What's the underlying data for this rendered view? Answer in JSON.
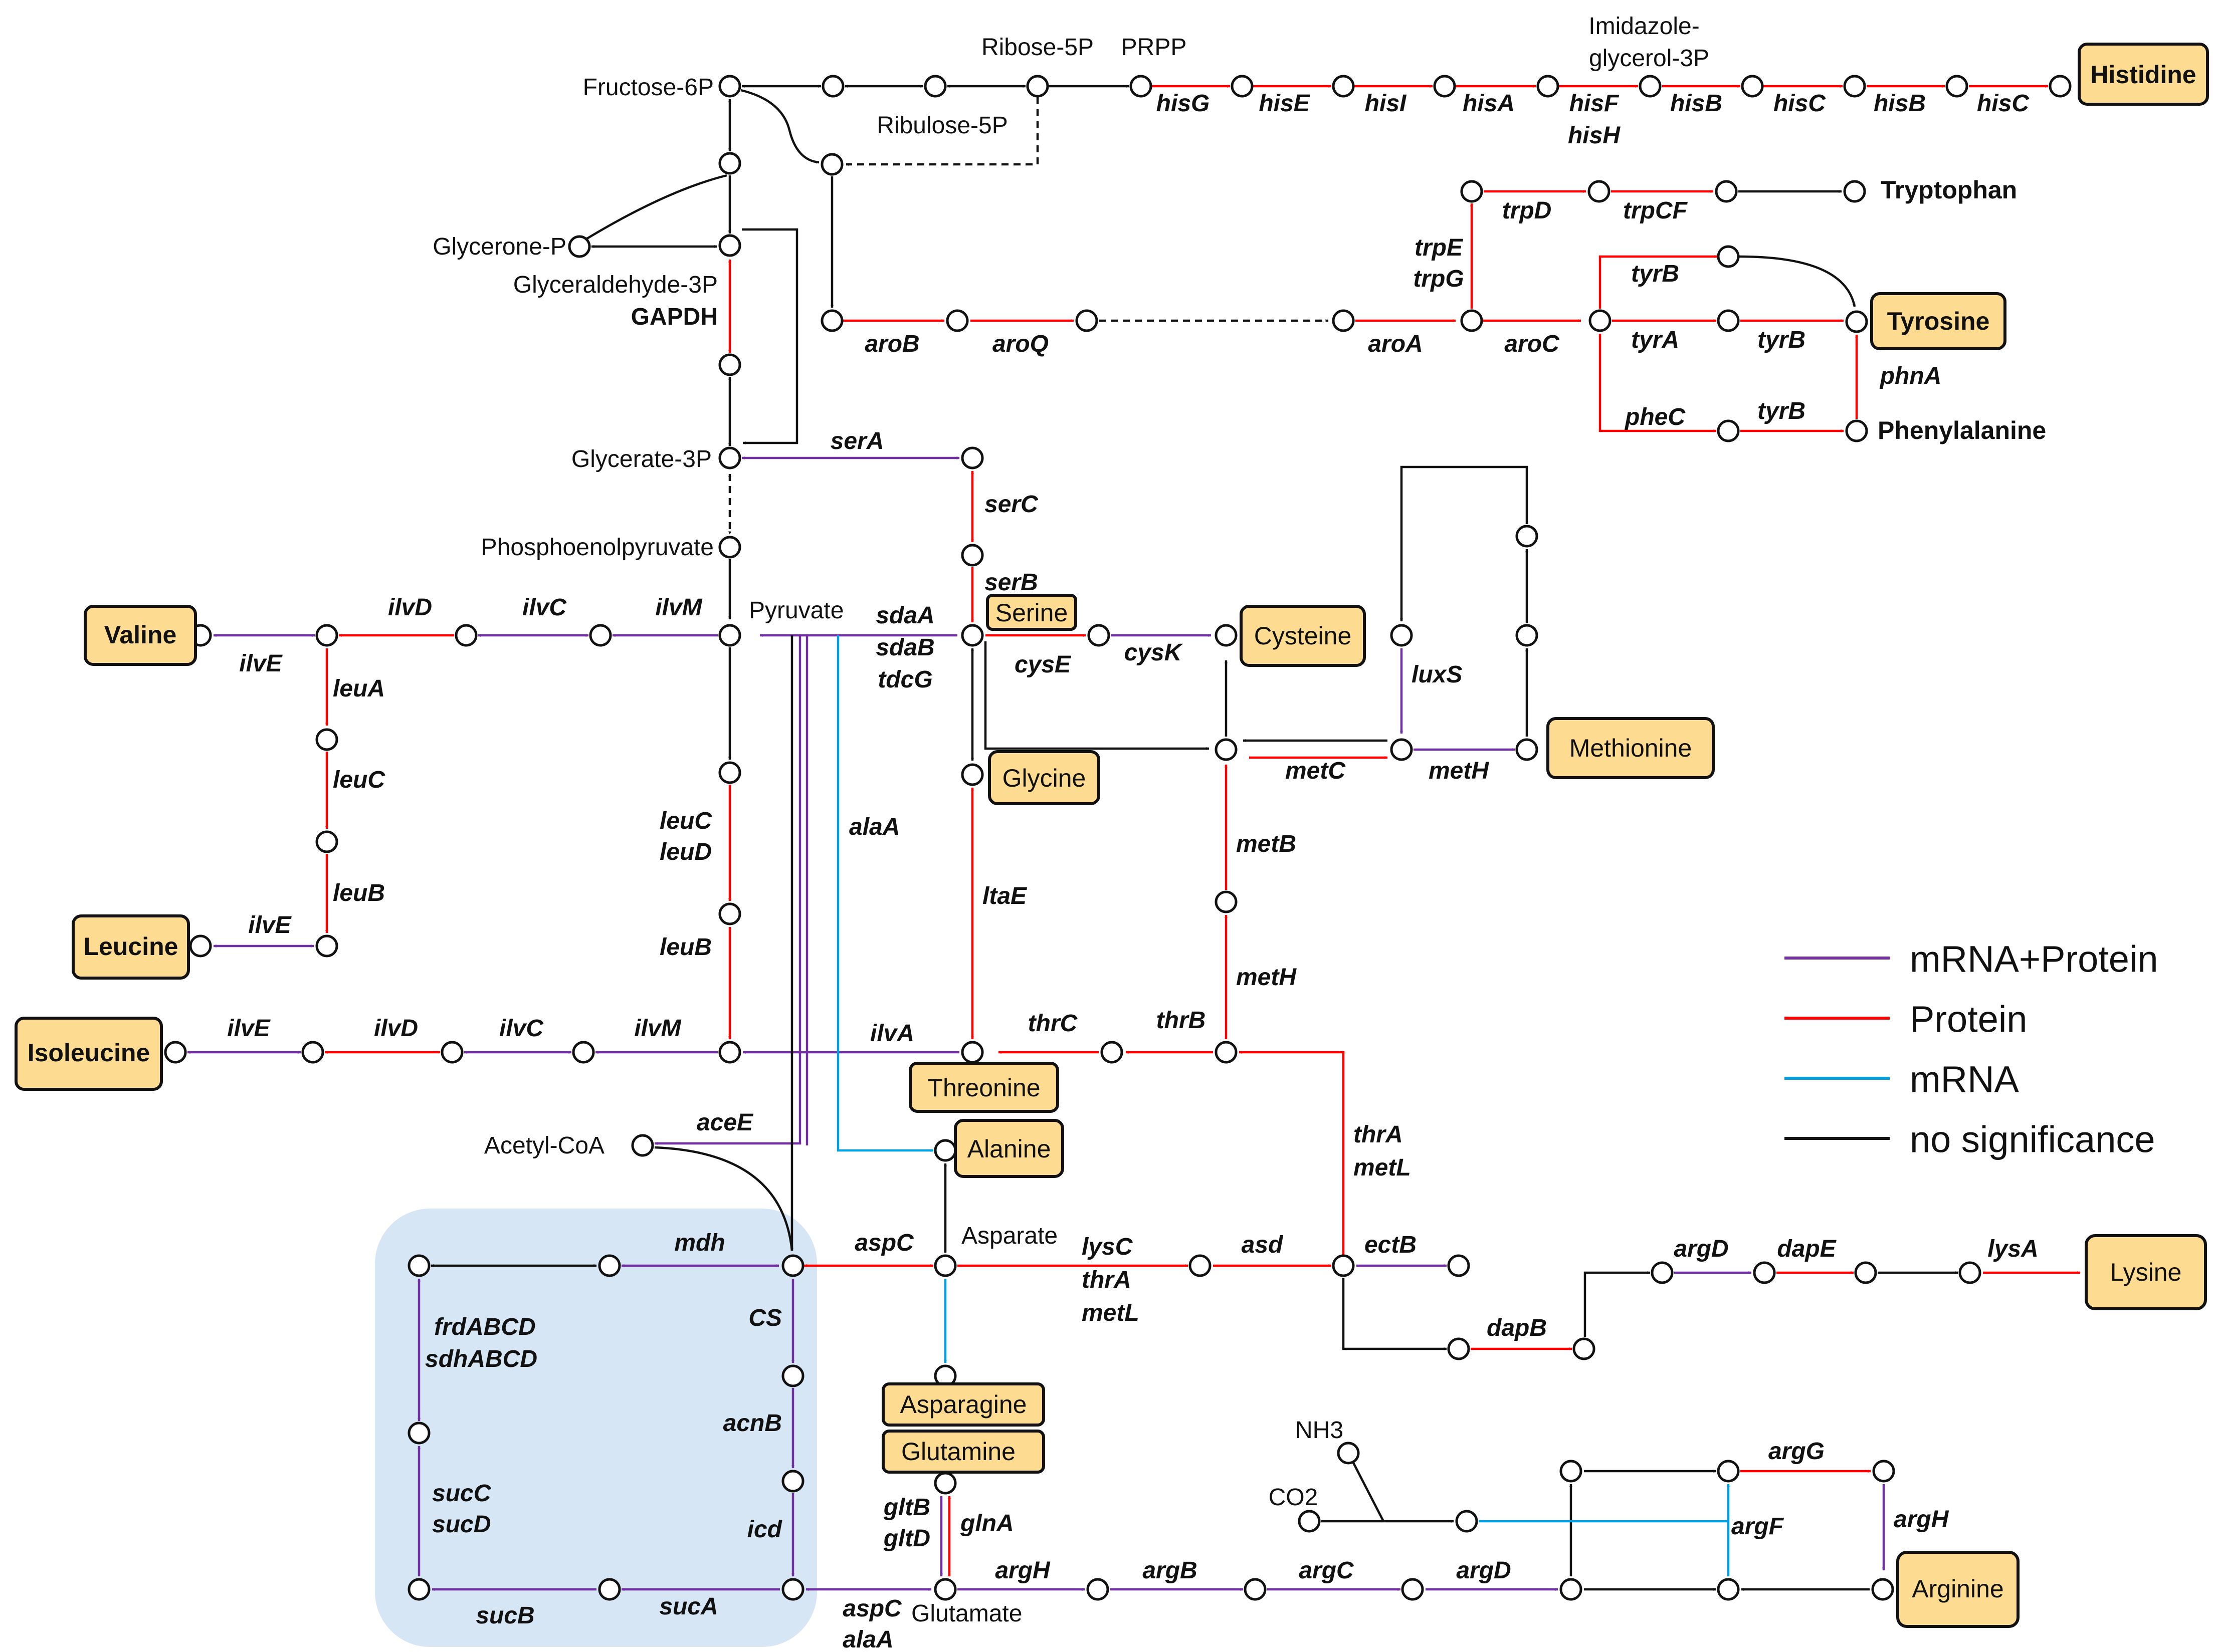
{
  "colors": {
    "mrna_protein": "#7030a0",
    "protein": "#ff0000",
    "mrna": "#00a0e0",
    "none": "#111111",
    "tca_background": "#d6e6f4",
    "amino_acid_box": "#fddc91"
  },
  "metabolites": {
    "fructose6p": "Fructose-6P",
    "ribose5p": "Ribose-5P",
    "prpp": "PRPP",
    "ribulose5p": "Ribulose-5P",
    "imidazole1": "Imidazole-",
    "imidazole2": "glycerol-3P",
    "glyceronep": "Glycerone-P",
    "glyceraldehyde3p": "Glyceraldehyde-3P",
    "glycerate3p": "Glycerate-3P",
    "pep": "Phosphoenolpyruvate",
    "pyruvate": "Pyruvate",
    "acetylcoa": "Acetyl-CoA",
    "asparate": "Asparate",
    "glutamate": "Glutamate",
    "nh3": "NH3",
    "co2": "CO2"
  },
  "amino_acids": {
    "histidine": "Histidine",
    "tryptophan": "Tryptophan",
    "tyrosine": "Tyrosine",
    "phenylalanine": "Phenylalanine",
    "valine": "Valine",
    "leucine": "Leucine",
    "isoleucine": "Isoleucine",
    "serine": "Serine",
    "cysteine": "Cysteine",
    "glycine": "Glycine",
    "methionine": "Methionine",
    "threonine": "Threonine",
    "alanine": "Alanine",
    "asparagine": "Asparagine",
    "glutamine": "Glutamine",
    "lysine": "Lysine",
    "arginine": "Arginine"
  },
  "genes": {
    "hisG": "hisG",
    "hisE": "hisE",
    "hisI": "hisI",
    "hisA": "hisA",
    "hisF": "hisF",
    "hisH": "hisH",
    "hisB1": "hisB",
    "hisC1": "hisC",
    "hisB2": "hisB",
    "hisC2": "hisC",
    "GAPDH": "GAPDH",
    "trpD": "trpD",
    "trpCF": "trpCF",
    "trpE": "trpE",
    "trpG": "trpG",
    "tyrB1": "tyrB",
    "tyrA": "tyrA",
    "tyrB2": "tyrB",
    "tyrB3": "tyrB",
    "pheC": "pheC",
    "phnA": "phnA",
    "aroB": "aroB",
    "aroQ": "aroQ",
    "aroA": "aroA",
    "aroC": "aroC",
    "serA": "serA",
    "serC": "serC",
    "serB": "serB",
    "ilvD1": "ilvD",
    "ilvC1": "ilvC",
    "ilvM1": "ilvM",
    "ilvE1": "ilvE",
    "leuA": "leuA",
    "leuC1": "leuC",
    "leuB1": "leuB",
    "ilvE2": "ilvE",
    "leuC2": "leuC",
    "leuD": "leuD",
    "leuB2": "leuB",
    "ilvE3": "ilvE",
    "ilvD2": "ilvD",
    "ilvC2": "ilvC",
    "ilvM2": "ilvM",
    "sdaA": "sdaA",
    "sdaB": "sdaB",
    "tdcG": "tdcG",
    "cysE": "cysE",
    "cysK": "cysK",
    "luxS": "luxS",
    "metH1": "metH",
    "metC": "metC",
    "metB": "metB",
    "metH2": "metH",
    "alaA1": "alaA",
    "ltaE": "ltaE",
    "ilvA": "ilvA",
    "thrC": "thrC",
    "thrB": "thrB",
    "thrA1": "thrA",
    "metL1": "metL",
    "aceE": "aceE",
    "mdh": "mdh",
    "CS": "CS",
    "acnB": "acnB",
    "icd": "icd",
    "frdABCD": "frdABCD",
    "sdhABCD": "sdhABCD",
    "sucC": "sucC",
    "sucD": "sucD",
    "sucB": "sucB",
    "sucA": "sucA",
    "aspC1": "aspC",
    "lysC": "lysC",
    "thrA2": "thrA",
    "metL2": "metL",
    "asd": "asd",
    "ectB": "ectB",
    "dapB": "dapB",
    "argD1": "argD",
    "dapE": "dapE",
    "lysA": "lysA",
    "gltB": "gltB",
    "gltD": "gltD",
    "glnA": "glnA",
    "aspC2": "aspC",
    "alaA2": "alaA",
    "argH1": "argH",
    "argB": "argB",
    "argC": "argC",
    "argD2": "argD",
    "argG": "argG",
    "argH2": "argH",
    "argF": "argF"
  },
  "legend": {
    "mrna_protein": "mRNA+Protein",
    "protein": "Protein",
    "mrna": "mRNA",
    "none": "no significance"
  }
}
